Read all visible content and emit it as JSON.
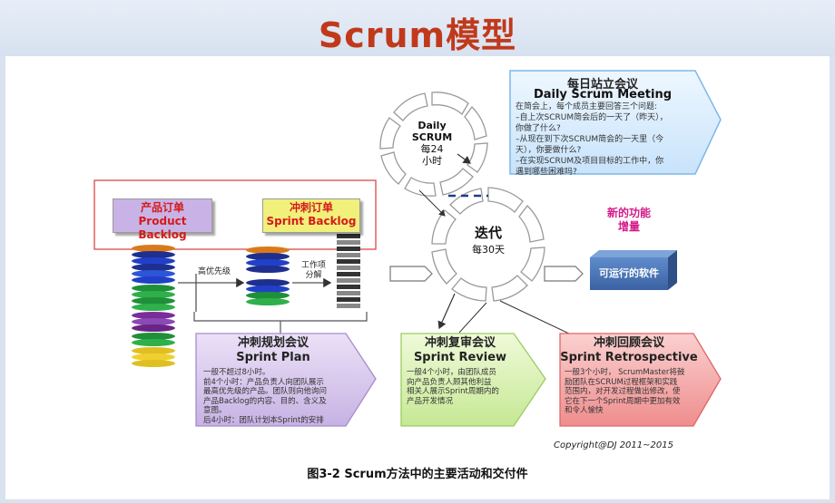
{
  "title": "Scrum模型",
  "daily_meeting": {
    "title_cn": "每日站立会议",
    "title_en": "Daily Scrum Meeting",
    "lines": [
      "在简会上，每个成员主要回答三个问题:",
      "–自上次SCRUM简会后的一天了（昨天），",
      "你做了什么?",
      "–从现在到下次SCRUM简会的一天里（今",
      "天），你要做什么?",
      "–在实现SCRUM及项目目标的工作中，你",
      "遇到哪些困难吗?"
    ]
  },
  "daily_cycle": {
    "line1": "Daily",
    "line2": "SCRUM",
    "line3": "每24",
    "line4": "小时"
  },
  "sprint_cycle": {
    "line1": "迭代",
    "line2": "每30天"
  },
  "product_backlog": {
    "cn": "产品订单",
    "en": "Product Backlog"
  },
  "sprint_backlog": {
    "cn": "冲刺订单",
    "en": "Sprint Backlog"
  },
  "arrow_high_priority": "高优先级",
  "arrow_decompose": {
    "line1": "工作项",
    "line2": "分解"
  },
  "new_features": {
    "line1": "新的功能",
    "line2": "增量"
  },
  "working_software": "可运行的软件",
  "sprint_plan": {
    "title_cn": "冲刺规划会议",
    "title_en": "Sprint Plan",
    "lines": [
      "一般不超过8小时。",
      "前4个小时：产品负责人向团队展示",
      "最高优先级的产品。团队则向他询问",
      "产品Backlog的内容、目的、含义及",
      "意图。",
      "后4小时：团队计划本Sprint的安排"
    ]
  },
  "sprint_review": {
    "title_cn": "冲刺复审会议",
    "title_en": "Sprint Review",
    "lines": [
      "一般4个小时，由团队成员",
      "向产品负责人顾其他利益",
      "相关人展示Sprint周期内的",
      "产品开发情况"
    ]
  },
  "sprint_retro": {
    "title_cn": "冲刺回顾会议",
    "title_en": "Sprint Retrospective",
    "lines": [
      "一般3个小时，  ScrumMaster将鼓",
      "励团队在SCRUM过程框架和实践",
      "范围内，对开发过程做出修改，使",
      "它在下一个Sprint周期中更加有效",
      "和令人愉快"
    ]
  },
  "copyright": "Copyright@DJ  2011~2015",
  "caption": "图3-2 Scrum方法中的主要活动和交付件",
  "colors": {
    "title": "#c0391b",
    "daily_box": "#dcefff",
    "plan_box": "#d8c8ec",
    "review_box": "#d9f0b0",
    "retro_box": "#f5a9a9",
    "product_backlog": "#c9b3e6",
    "sprint_backlog": "#f0f07a",
    "working_software": "#4a77b9"
  }
}
